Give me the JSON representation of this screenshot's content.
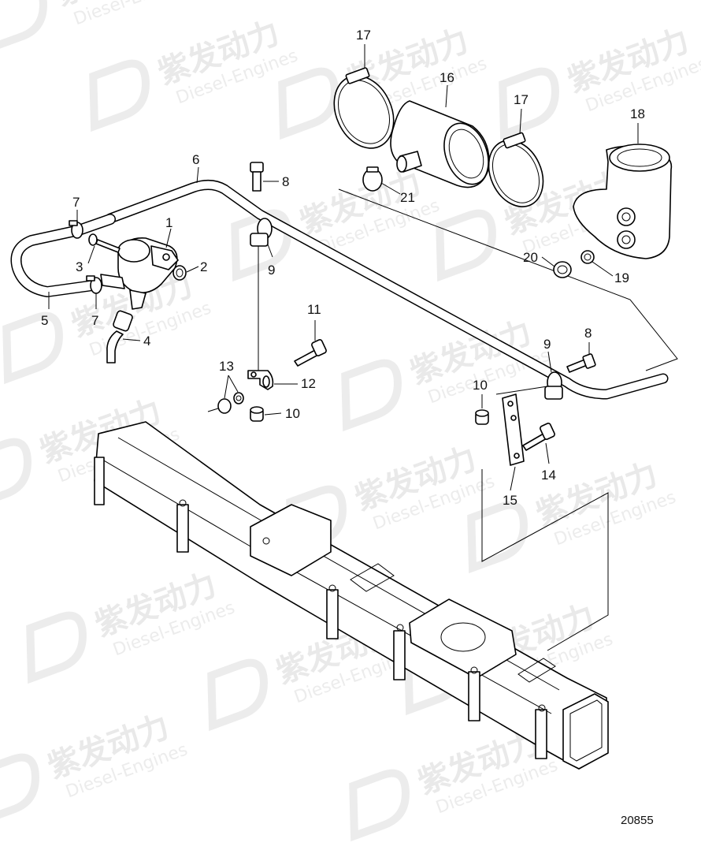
{
  "drawing_number": "20855",
  "watermark": {
    "cn": "紫发动力",
    "en": "Diesel-Engines"
  },
  "callouts": {
    "c1": "1",
    "c2": "2",
    "c3": "3",
    "c4": "4",
    "c5": "5",
    "c6": "6",
    "c7a": "7",
    "c7b": "7",
    "c8a": "8",
    "c8b": "8",
    "c9a": "9",
    "c9b": "9",
    "c10a": "10",
    "c10b": "10",
    "c11": "11",
    "c12": "12",
    "c13": "13",
    "c14": "14",
    "c15": "15",
    "c16": "16",
    "c17a": "17",
    "c17b": "17",
    "c18": "18",
    "c19": "19",
    "c20": "20",
    "c21": "21"
  }
}
